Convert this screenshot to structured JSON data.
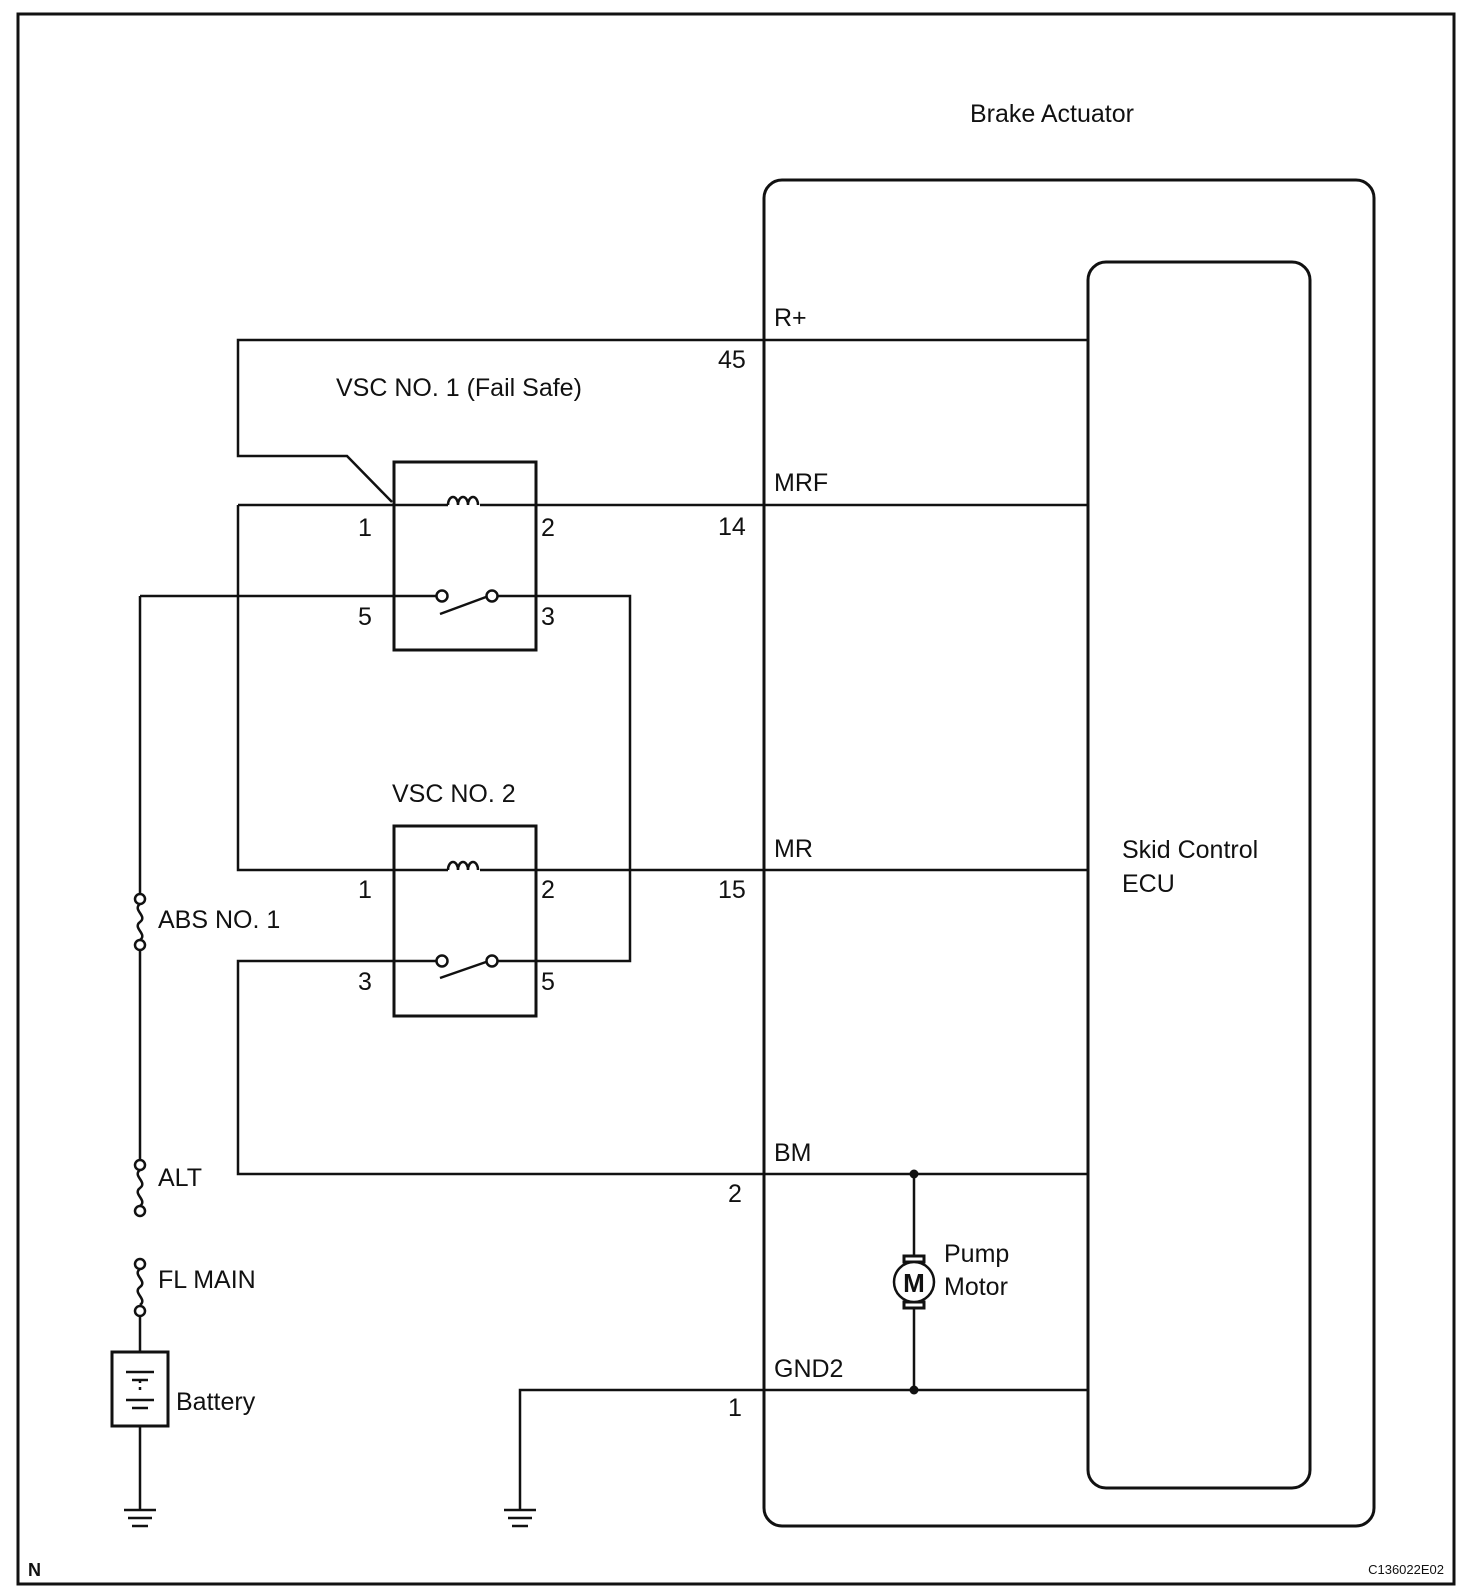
{
  "diagram": {
    "actuator_label": "Brake Actuator",
    "ecu_label_line1": "Skid Control",
    "ecu_label_line2": "ECU",
    "relay1_label": "VSC NO. 1 (Fail Safe)",
    "relay2_label": "VSC NO. 2",
    "motor_label_line1": "Pump",
    "motor_label_line2": "Motor",
    "motor_symbol": "M",
    "battery_label": "Battery",
    "fuse_abs": "ABS NO. 1",
    "fuse_alt": "ALT",
    "fuse_fl_main": "FL MAIN",
    "corner_label": "N",
    "figure_code": "C136022E02",
    "signals": {
      "r_plus": {
        "name": "R+",
        "pin": "45"
      },
      "mrf": {
        "name": "MRF",
        "pin": "14"
      },
      "mr": {
        "name": "MR",
        "pin": "15"
      },
      "bm": {
        "name": "BM",
        "pin": "2"
      },
      "gnd2": {
        "name": "GND2",
        "pin": "1"
      }
    },
    "relay1_pins": {
      "p1": "1",
      "p2": "2",
      "p5": "5",
      "p3": "3"
    },
    "relay2_pins": {
      "p1": "1",
      "p2": "2",
      "p3": "3",
      "p5": "5"
    }
  }
}
